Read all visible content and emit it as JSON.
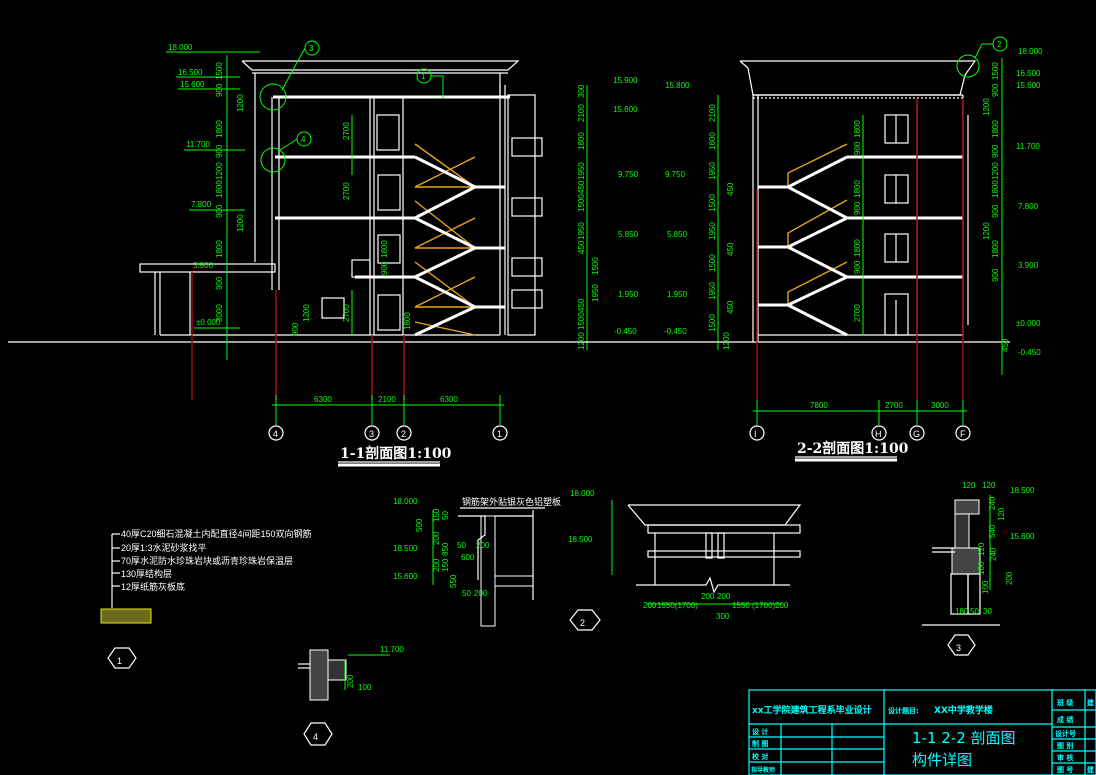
{
  "section_1_1": {
    "title": "1-1剖面图1:100",
    "elevations": [
      "18.000",
      "16.500",
      "15.600",
      "11.700",
      "7.800",
      "3.900",
      "±0.000"
    ],
    "vertical_dims": [
      "1500",
      "900",
      "1200",
      "1800",
      "900",
      "1200",
      "1800",
      "900",
      "1200",
      "1800",
      "900",
      "3000"
    ],
    "inner_dims": [
      "2700",
      "2700",
      "1800",
      "900",
      "2700",
      "1200",
      "900",
      "1800"
    ],
    "axis_dims": [
      "6300",
      "2100",
      "6300"
    ],
    "axes": [
      "4",
      "3",
      "2",
      "1"
    ],
    "detail_callouts": [
      "3",
      "1",
      "4"
    ]
  },
  "stair_dims": {
    "col1_elevations": [
      "15.900",
      "15.600",
      "9.750",
      "5.850",
      "1.950",
      "-0.450"
    ],
    "col1_dims": [
      "300",
      "2100",
      "1800",
      "1950",
      "450",
      "1500",
      "1950",
      "450",
      "1500",
      "1950",
      "450",
      "1500",
      "1200"
    ],
    "col2_elevations": [
      "15.800",
      "9.750",
      "5.850",
      "1.950",
      "-0.450"
    ],
    "col2_dims": [
      "2100",
      "1800",
      "1950",
      "450",
      "1500",
      "1950",
      "450",
      "1500",
      "1950",
      "450",
      "1500",
      "1200"
    ]
  },
  "section_2_2": {
    "title": "2-2剖面图1:100",
    "elevations": [
      "18.000",
      "16.500",
      "15.600",
      "11.700",
      "7.800",
      "3.900",
      "±0.000",
      "-0.450"
    ],
    "vertical_dims": [
      "1500",
      "900",
      "1200",
      "1800",
      "900",
      "1200",
      "1800",
      "900",
      "1200",
      "1800",
      "900",
      "450"
    ],
    "window_dims": [
      "1800",
      "900",
      "1800",
      "900",
      "1800",
      "900",
      "2700"
    ],
    "axis_dims": [
      "7800",
      "2700",
      "3000"
    ],
    "axes": [
      "I",
      "H",
      "G",
      "F"
    ],
    "detail_callouts": [
      "2"
    ]
  },
  "detail_1": {
    "number": "1",
    "layers": [
      "40厚C20细石混凝土内配直径4间距150双向钢筋",
      "20厚1:3水泥砂浆找平",
      "70厚水泥防水珍珠岩块或沥青珍珠岩保温层",
      "130厚结构层",
      "12厚纸筋灰板底"
    ]
  },
  "detail_2": {
    "number": "2",
    "note": "钢筋架外贴银灰色铝塑板",
    "elevations": [
      "18.000",
      "18.500",
      "15.600",
      "18.000",
      "18.500"
    ],
    "dims": [
      "500",
      "150",
      "50",
      "200",
      "850",
      "200",
      "150",
      "550",
      "50",
      "200",
      "600",
      "50",
      "200"
    ],
    "plan_dims": [
      "200",
      "1550(1700)",
      "200",
      "200",
      "1550 (1700)",
      "200",
      "300"
    ]
  },
  "detail_3": {
    "number": "3",
    "elevations": [
      "18.500",
      "15.600"
    ],
    "dims": [
      "120",
      "120",
      "240",
      "120",
      "540",
      "120",
      "240",
      "100",
      "200",
      "100",
      "180",
      "50",
      "30"
    ]
  },
  "detail_4": {
    "number": "4",
    "elevations": [
      "11.700"
    ],
    "dims": [
      "200",
      "100"
    ]
  },
  "title_block": {
    "school": "xx工学院建筑工程系毕业设计",
    "project_label": "设计题目:",
    "project": "XX中学教学楼",
    "drawing_title_1": "1-1  2-2 剖面图",
    "drawing_title_2": "构件详图",
    "left_rows": [
      "设 计",
      "制 图",
      "校 对",
      "指导教师"
    ],
    "right_rows": [
      "班 级",
      "成 绩",
      "设计号",
      "图 别",
      "审 核",
      "图 号"
    ],
    "right_col_top": "建",
    "right_col_bottom": "建"
  }
}
